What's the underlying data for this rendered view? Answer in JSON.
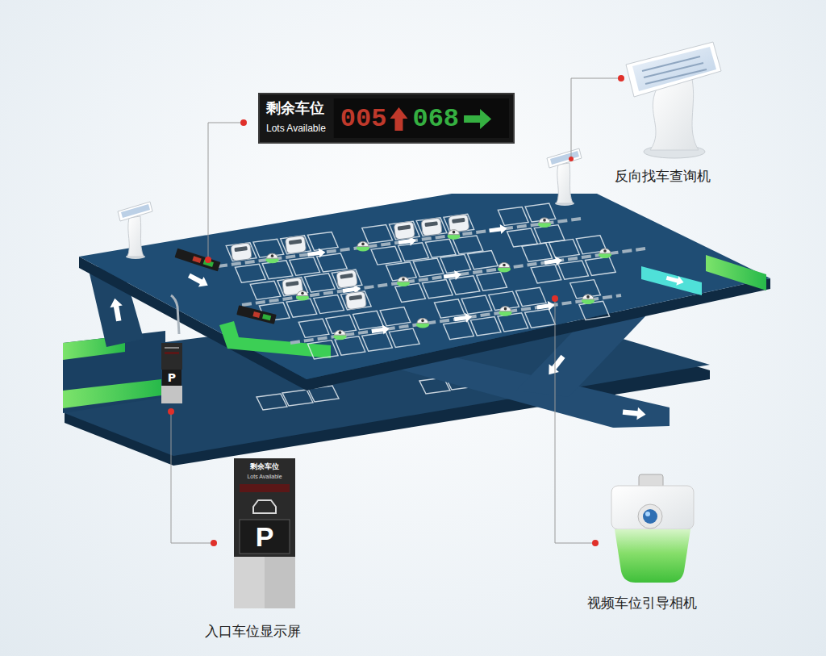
{
  "diagram": {
    "nodes": [
      {
        "text": [
          "剩余车位",
          "Lots Available",
          "005",
          "068"
        ]
      },
      {
        "text": [
          "剩余车位",
          "Lots Available",
          "P"
        ]
      }
    ],
    "labels": [
      "反向找车查询机",
      "P",
      "视频车位引导相机",
      "入口车位显示屏"
    ]
  }
}
